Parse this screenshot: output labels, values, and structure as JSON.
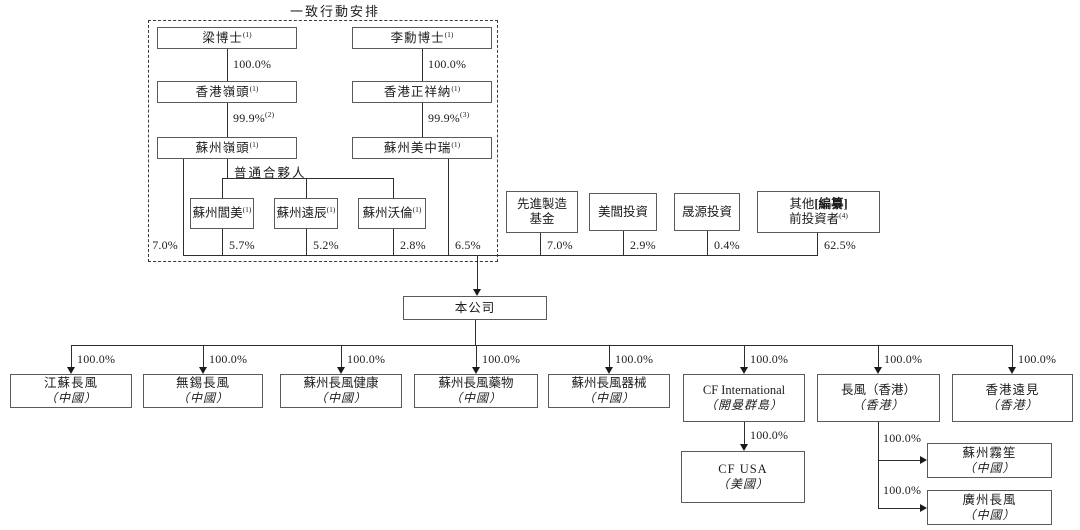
{
  "diagram": {
    "title": "一致行動安排",
    "gp_label": "普通合夥人"
  },
  "nodes": {
    "dr_liang": {
      "name": "梁博士",
      "sup": "(1)"
    },
    "dr_li": {
      "name": "李勳博士",
      "sup": "(1)"
    },
    "hk_lingtou": {
      "name": "香港嶺頭",
      "sup": "(1)"
    },
    "hk_zhengxiangna": {
      "name": "香港正祥納",
      "sup": "(1)"
    },
    "sz_lingtou": {
      "name": "蘇州嶺頭",
      "sup": "(1)"
    },
    "sz_meizhongrui": {
      "name": "蘇州美中瑞",
      "sup": "(1)"
    },
    "sz_lvmei": {
      "name": "蘇州閭美",
      "sup": "(1)"
    },
    "sz_yuanchen": {
      "name": "蘇州遠辰",
      "sup": "(1)"
    },
    "sz_wolun": {
      "name": "蘇州沃倫",
      "sup": "(1)"
    },
    "adv_mfg_fund": {
      "line1": "先進製造",
      "line2": "基金"
    },
    "meilv_invest": {
      "name": "美閭投資"
    },
    "shengyuan_invest": {
      "name": "晟源投資"
    },
    "other_pre_investors": {
      "line1_pre": "其他",
      "line1_redacted": "[編纂]",
      "line2": "前投資者",
      "sup": "(4)"
    },
    "company": {
      "name": "本公司"
    },
    "jiangsu_cf": {
      "name": "江蘇長風",
      "juris": "（中國）"
    },
    "wuxi_cf": {
      "name": "無錫長風",
      "juris": "（中國）"
    },
    "sz_cf_health": {
      "name": "蘇州長風健康",
      "juris": "（中國）"
    },
    "sz_cf_pharma": {
      "name": "蘇州長風藥物",
      "juris": "（中國）"
    },
    "sz_cf_device": {
      "name": "蘇州長風器械",
      "juris": "（中國）"
    },
    "cf_international": {
      "name": "CF International",
      "juris": "（開曼群島）"
    },
    "cf_hk": {
      "name": "長風（香港）",
      "juris": "（香港）"
    },
    "hk_yuanjian": {
      "name": "香港遠見",
      "juris": "（香港）"
    },
    "cf_usa": {
      "name": "CF USA",
      "juris": "（美國）"
    },
    "sz_wusheng": {
      "name": "蘇州霧笙",
      "juris": "（中國）"
    },
    "gz_cf": {
      "name": "廣州長風",
      "juris": "（中國）"
    }
  },
  "percents": {
    "liang_to_hk_lingtou": "100.0%",
    "li_to_hk_zxn": "100.0%",
    "hk_lingtou_to_sz": {
      "value": "99.9%",
      "sup": "(2)"
    },
    "hk_zxn_to_sz": {
      "value": "99.9%",
      "sup": "(3)"
    },
    "sz_lingtou_to_co": "7.0%",
    "lvmei_to_co": "5.7%",
    "yuanchen_to_co": "5.2%",
    "wolun_to_co": "2.8%",
    "meizhongrui_to_co": "6.5%",
    "adv_mfg_to_co": "7.0%",
    "meilv_to_co": "2.9%",
    "shengyuan_to_co": "0.4%",
    "other_to_co": "62.5%",
    "co_to_jiangsu": "100.0%",
    "co_to_wuxi": "100.0%",
    "co_to_health": "100.0%",
    "co_to_pharma": "100.0%",
    "co_to_device": "100.0%",
    "co_to_cfintl": "100.0%",
    "co_to_cfhk": "100.0%",
    "co_to_yuanjian": "100.0%",
    "cfintl_to_usa": "100.0%",
    "cfhk_to_wusheng": "100.0%",
    "cfhk_to_gz": "100.0%"
  }
}
